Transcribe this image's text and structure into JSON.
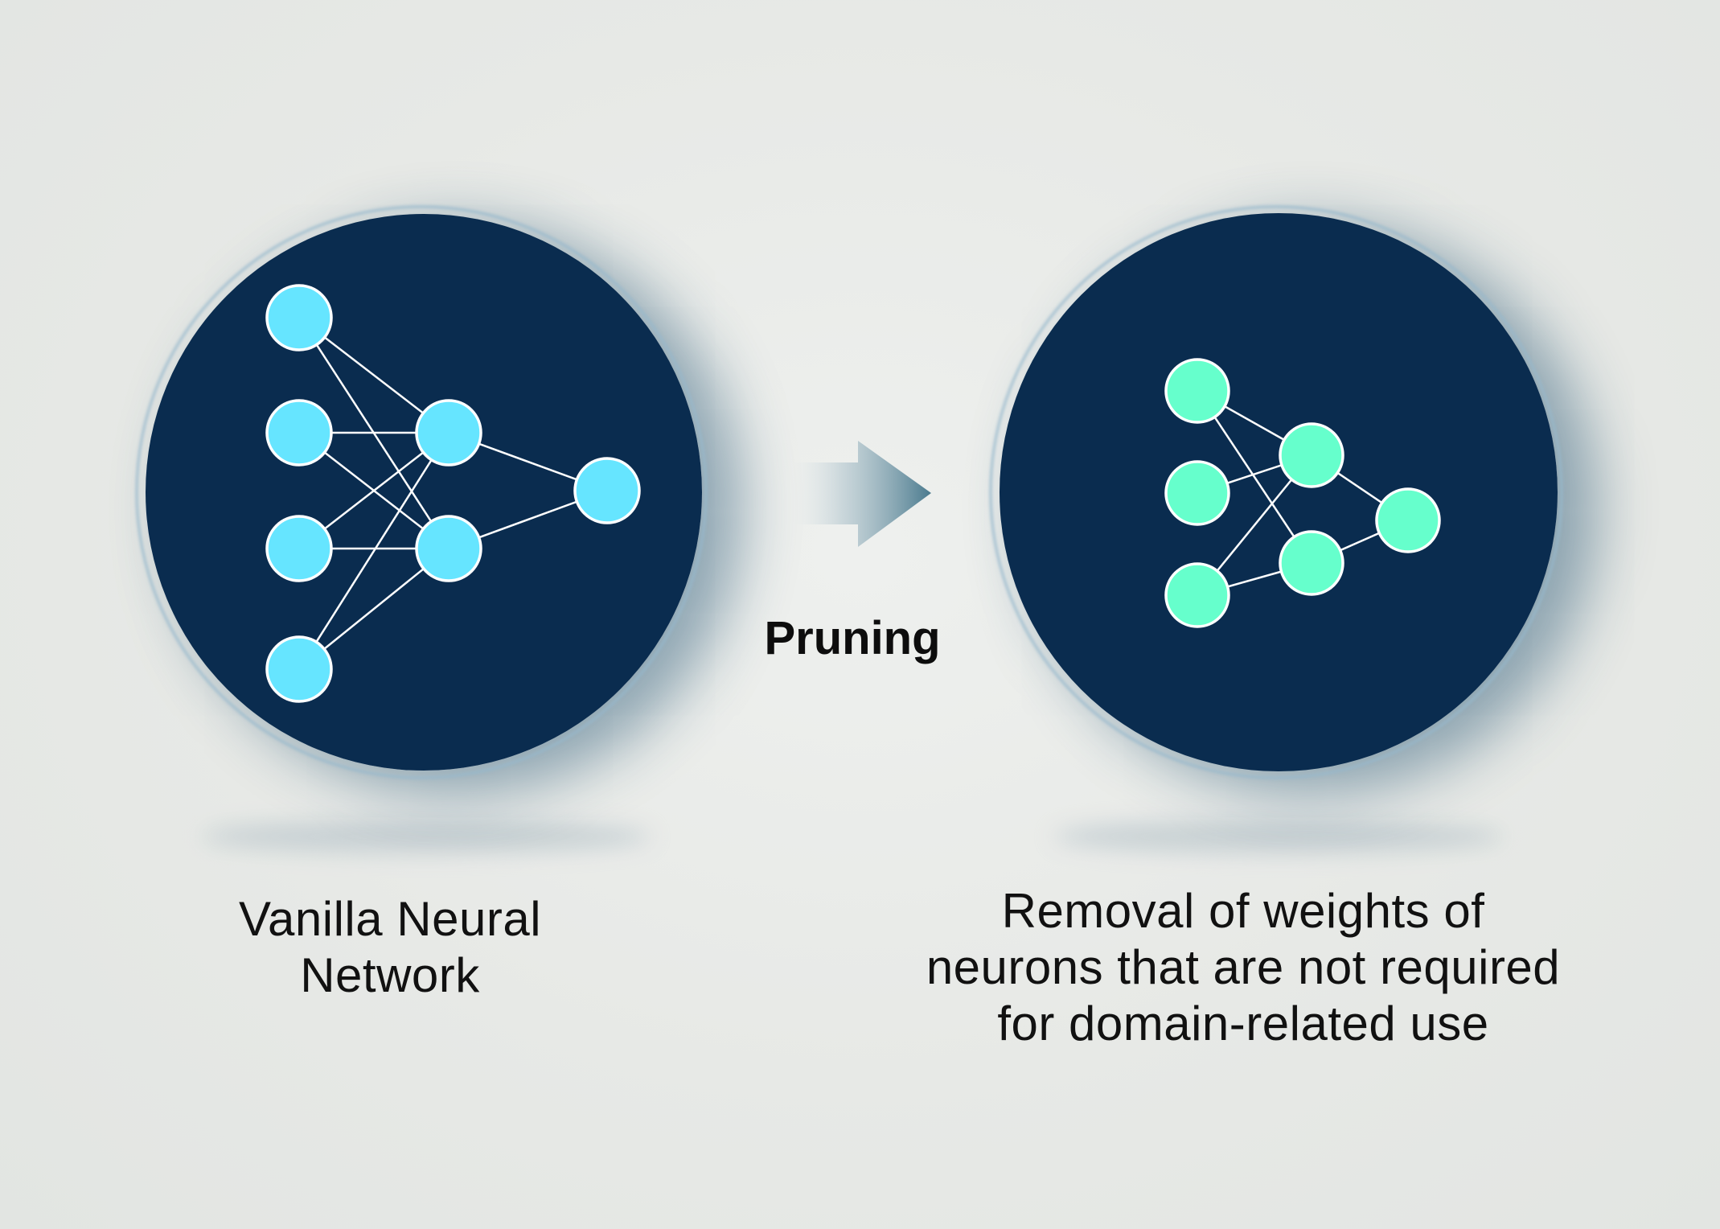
{
  "diagram": {
    "title": "Neural network pruning",
    "arrow_label": "Pruning",
    "colors": {
      "background": "#e6e8e5",
      "disc": "#0a2c4f",
      "edge": "#ffffff",
      "original_node": "#66e5ff",
      "pruned_node": "#66ffcc",
      "arrow_start": "#dde5e8",
      "arrow_end": "#4a7a8e"
    },
    "original_network": {
      "caption_lines": [
        "Vanilla Neural",
        "Network"
      ],
      "layers": [
        [
          "in1",
          "in2",
          "in3",
          "in4"
        ],
        [
          "h1",
          "h2"
        ],
        [
          "out"
        ]
      ],
      "edges": [
        [
          "in1",
          "h1"
        ],
        [
          "in1",
          "h2"
        ],
        [
          "in2",
          "h1"
        ],
        [
          "in2",
          "h2"
        ],
        [
          "in3",
          "h1"
        ],
        [
          "in3",
          "h2"
        ],
        [
          "in4",
          "h1"
        ],
        [
          "in4",
          "h2"
        ],
        [
          "h1",
          "out"
        ],
        [
          "h2",
          "out"
        ]
      ]
    },
    "pruned_network": {
      "caption_lines": [
        "Removal of weights of",
        "neurons that are not required",
        "for domain-related use"
      ],
      "layers": [
        [
          "in1",
          "in2",
          "in3"
        ],
        [
          "h1",
          "h2"
        ],
        [
          "out"
        ]
      ],
      "edges": [
        [
          "in1",
          "h1"
        ],
        [
          "in1",
          "h2"
        ],
        [
          "in2",
          "h1"
        ],
        [
          "in3",
          "h1"
        ],
        [
          "in3",
          "h2"
        ],
        [
          "h1",
          "out"
        ],
        [
          "h2",
          "out"
        ]
      ]
    }
  }
}
